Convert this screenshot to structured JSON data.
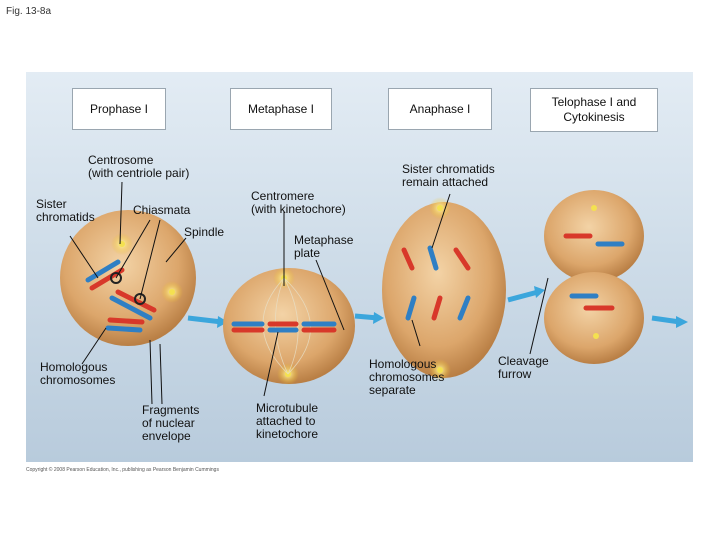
{
  "figure_label": "Fig. 13-8a",
  "stages": {
    "prophase": "Prophase I",
    "metaphase": "Metaphase I",
    "anaphase": "Anaphase I",
    "telophase": "Telophase I and Cytokinesis"
  },
  "labels": {
    "centrosome": "Centrosome\n(with centriole pair)",
    "sister_chromatids": "Sister\nchromatids",
    "chiasmata": "Chiasmata",
    "spindle": "Spindle",
    "homologous_chromosomes": "Homologous\nchromosomes",
    "fragments": "Fragments\nof nuclear\nenvelope",
    "centromere": "Centromere\n(with kinetochore)",
    "metaphase_plate": "Metaphase\nplate",
    "microtubule": "Microtubule\nattached to\nkinetochore",
    "sister_remain": "Sister chromatids\nremain attached",
    "homologous_separate": "Homologous\nchromosomes\nseparate",
    "cleavage_furrow": "Cleavage\nfurrow"
  },
  "copyright": "Copyright © 2008 Pearson Education, Inc., publishing as Pearson Benjamin Cummings",
  "colors": {
    "cell": "#d9a56b",
    "chromosome_red": "#d8382a",
    "chromosome_blue": "#2f7fc4",
    "arrow": "#3ba6dc",
    "centrosome": "#f5e36a"
  }
}
